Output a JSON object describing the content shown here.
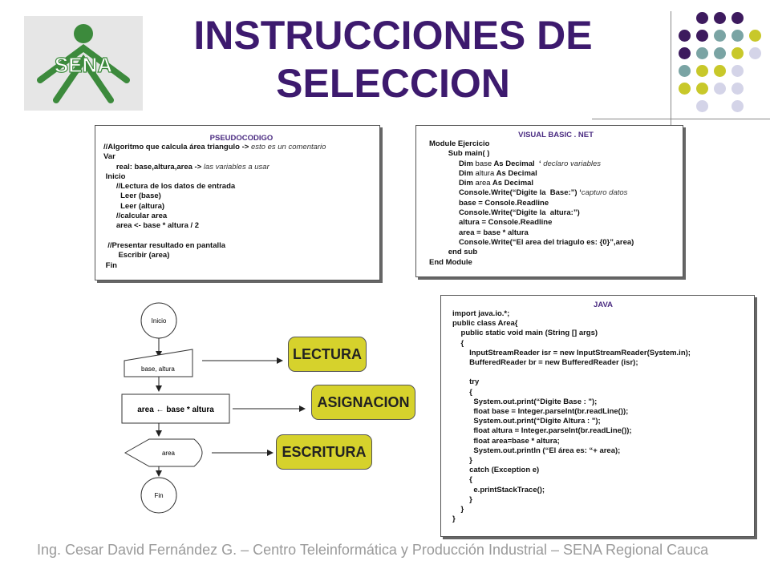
{
  "title_lines": [
    "INSTRUCCIONES DE",
    "SELECCION"
  ],
  "logo_text": "SENA",
  "pseudocode": {
    "header": "PSEUDOCODIGO",
    "lines": [
      {
        "code": "//Algoritmo que calcula área triangulo -> ",
        "comment": "esto es un comentario"
      },
      {
        "code": "Var"
      },
      {
        "code": "      real: base,altura,area -> ",
        "comment": "las variables a usar"
      },
      {
        "code": " Inicio"
      },
      {
        "code": "      //Lectura de los datos de entrada"
      },
      {
        "code": "        Leer (base)"
      },
      {
        "code": "        Leer (altura)"
      },
      {
        "code": "      //calcular area"
      },
      {
        "code": "      area <- base * altura / 2"
      },
      {
        "code": ""
      },
      {
        "code": "  //Presentar resultado en pantalla"
      },
      {
        "code": "       Escribir (area)"
      },
      {
        "code": " Fin"
      }
    ]
  },
  "vbnet": {
    "header": "VISUAL BASIC . NET",
    "lines": [
      {
        "code": "Module Ejercicio"
      },
      {
        "code": "         Sub main( )"
      },
      {
        "code": "              Dim ",
        "n": "base",
        "code2": " As Decimal  ‘ ",
        "comment": "declaro variables"
      },
      {
        "code": "              Dim ",
        "n": "altura",
        "code2": " As Decimal"
      },
      {
        "code": "              Dim ",
        "n": "area",
        "code2": " As Decimal"
      },
      {
        "code": "              Console.Write(“Digite la  Base:”) ‘",
        "comment": "capturo datos"
      },
      {
        "code": "              base = Console.Readline"
      },
      {
        "code": "              Console.Write(“Digite la  altura:”)"
      },
      {
        "code": "              altura = Console.Readline"
      },
      {
        "code": "              area = base * altura"
      },
      {
        "code": "              Console.Write(“El area del triagulo es: {0}”,area)"
      },
      {
        "code": "         end sub"
      },
      {
        "code": "End Module"
      }
    ]
  },
  "java": {
    "header": "JAVA",
    "lines": [
      "import java.io.*;",
      "public class Area{",
      "    public static void main (String [] args)",
      "    {",
      "        InputStreamReader isr = new InputStreamReader(System.in);",
      "        BufferedReader br = new BufferedReader (isr);",
      "",
      "        try",
      "        {",
      "          System.out.print(“Digite Base : \");",
      "          float base = Integer.parseInt(br.readLine());",
      "          System.out.print(“Digite Altura : \");",
      "          float altura = Integer.parseInt(br.readLine());",
      "          float area=base * altura;",
      "          System.out.println (“El área es: “+ area);",
      "        }",
      "        catch (Exception e)",
      "        {",
      "          e.printStackTrace();",
      "        }",
      "    }",
      "}"
    ]
  },
  "flowchart": {
    "start": "Inicio",
    "input": "base, altura",
    "process": "area ← base * altura",
    "output": "area",
    "end": "Fin"
  },
  "labels": {
    "lectura": "LECTURA",
    "asignacion": "ASIGNACION",
    "escritura": "ESCRITURA"
  },
  "footer": "Ing. Cesar David Fernández G. – Centro Teleinformática y Producción Industrial – SENA Regional Cauca",
  "colors": {
    "title": "#3d1a6e",
    "dot_purple": "#3d1a5e",
    "dot_teal": "#7aa4a4",
    "dot_yellow": "#c8c82a",
    "dot_lavender": "#d4d4e8",
    "tag_fill": "#d6d22c",
    "logo_green": "#3c8a3c"
  }
}
